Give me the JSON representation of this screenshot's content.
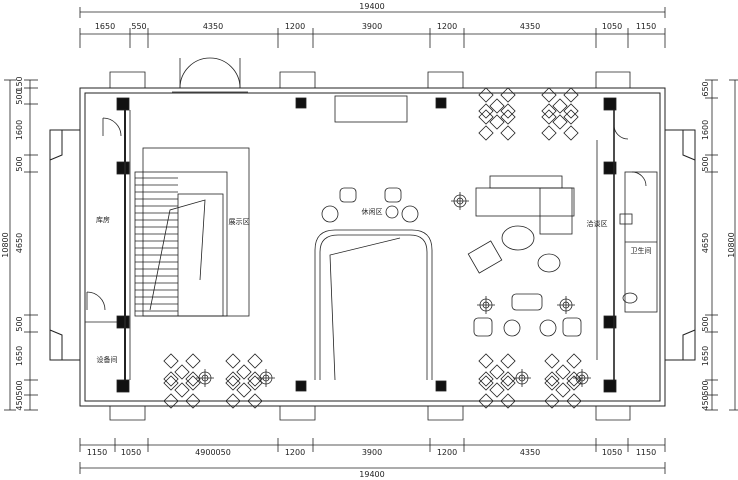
{
  "dimensions": {
    "top_total": "19400",
    "top_segments": [
      "1650",
      "550",
      "4350",
      "1200",
      "3900",
      "1200",
      "4350",
      "1050",
      "1150"
    ],
    "bottom_total": "19400",
    "bottom_segments": [
      "1150",
      "1050",
      "4900050",
      "1200",
      "3900",
      "1200",
      "4350",
      "1050",
      "1150"
    ],
    "left_total": "10800",
    "left_segments": [
      "150",
      "500",
      "1600",
      "500",
      "4650",
      "500",
      "1650",
      "500",
      "450"
    ],
    "right_total": "10800",
    "right_segments": [
      "650",
      "1600",
      "500",
      "4650",
      "500",
      "1650",
      "500",
      "450"
    ]
  },
  "rooms": {
    "storage": "库房",
    "equipment": "设备间",
    "display": "展示区",
    "leisure": "休闲区",
    "reception": "洽谈区",
    "toilet": "卫生间"
  }
}
